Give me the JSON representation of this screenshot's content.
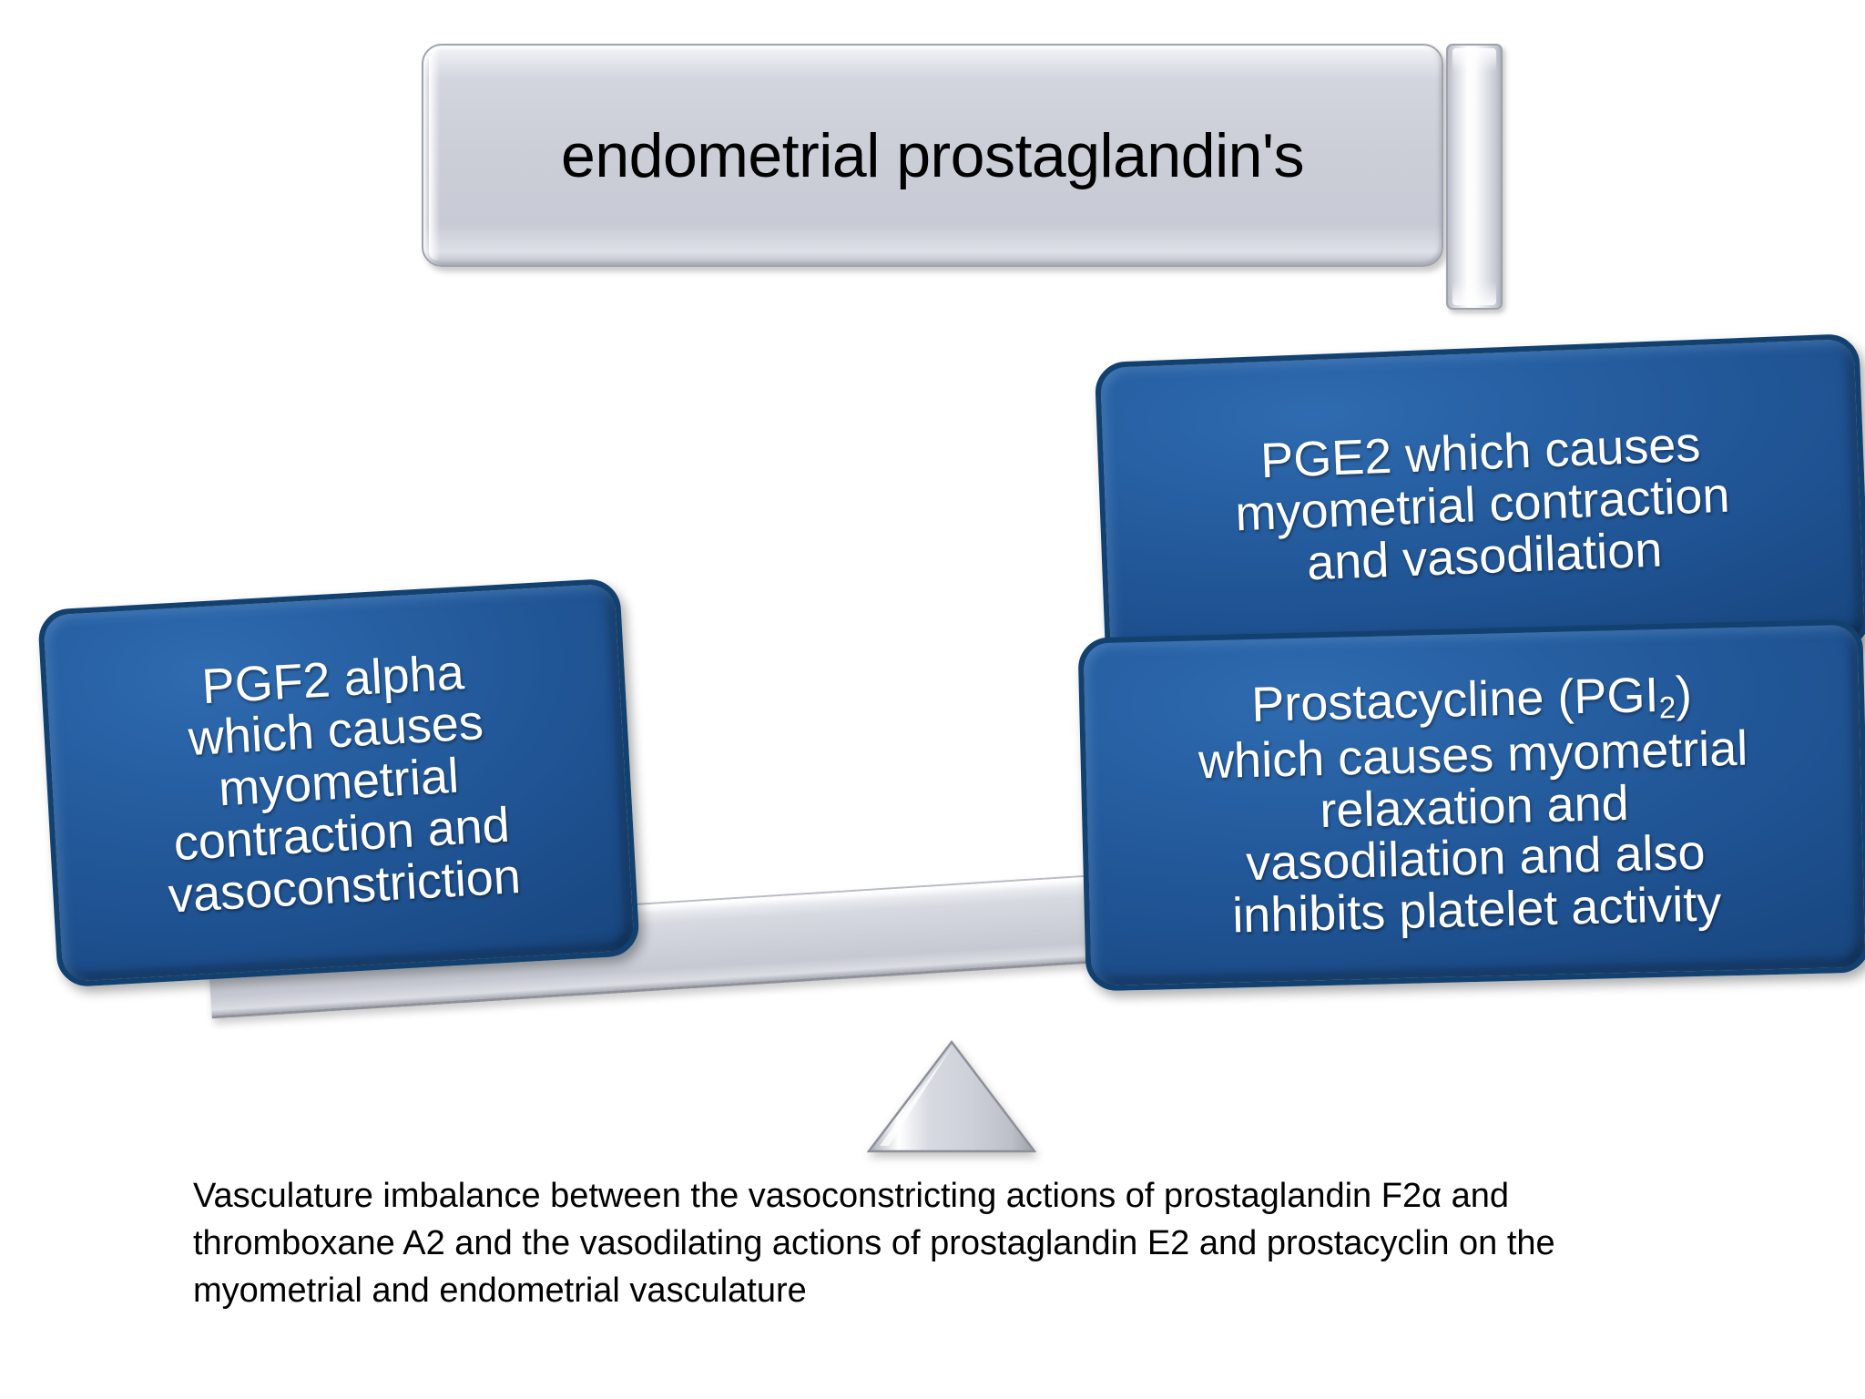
{
  "title": {
    "text": "endometrial prostaglandin's"
  },
  "balance": {
    "left_pan": {
      "label": "PGF2 alpha which causes myometrial contraction and vasoconstriction",
      "lines": [
        "PGF2 alpha",
        "which causes",
        "myometrial",
        "contraction and",
        "vasoconstriction"
      ]
    },
    "right_pan_top": {
      "label": "PGE2  which causes myometrial contraction and vasodilation",
      "lines": [
        "PGE2  which causes",
        "myometrial contraction",
        "and vasodilation"
      ]
    },
    "right_pan_bottom": {
      "label_html": "Prostacycline (PGI<sub>2</sub>) which causes myometrial relaxation and vasodilation and also inhibits platelet activity",
      "lines_html": [
        "Prostacycline (PGI<sub>2</sub>)",
        "which causes myometrial",
        "relaxation and",
        "vasodilation and also",
        "inhibits platelet activity"
      ]
    },
    "fulcrum_name": "triangular-fulcrum",
    "tilt_note": "beam tilted down toward the left pan"
  },
  "caption": {
    "text": "Vasculature imbalance between the vasoconstricting actions of prostaglandin F2α and thromboxane A2 and the vasodilating actions of prostaglandin E2 and prostacyclin on the myometrial and endometrial vasculature"
  },
  "colors": {
    "plaque_blue": "#1d4f8d",
    "plaque_blue_dark": "#12406f",
    "plaque_blue_light": "#2f6bb0",
    "silver": "#cbced7",
    "silver_dark": "#9fa3ad",
    "text_light": "#ffffff",
    "text_dark": "#000000",
    "background": "#ffffff"
  }
}
